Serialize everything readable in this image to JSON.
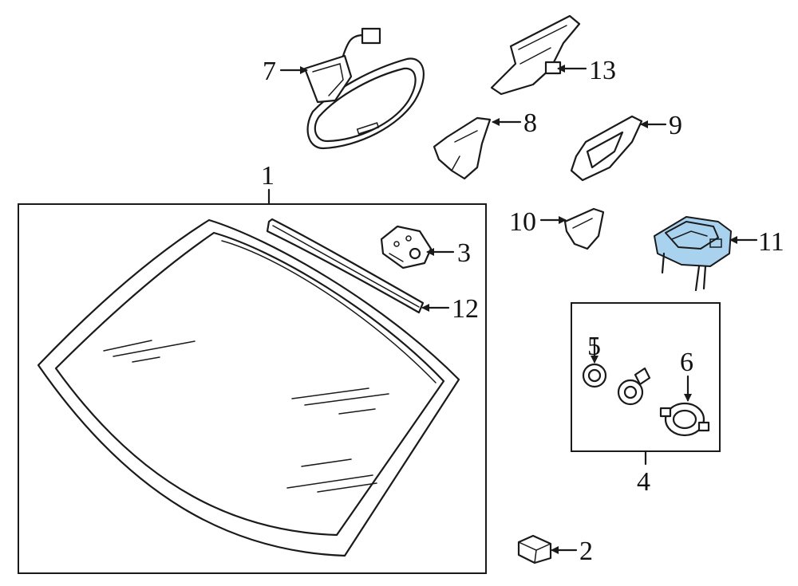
{
  "highlight_color": "#a9d2ef",
  "callouts": [
    {
      "id": "c1",
      "label": "1"
    },
    {
      "id": "c2",
      "label": "2"
    },
    {
      "id": "c3",
      "label": "3"
    },
    {
      "id": "c4",
      "label": "4"
    },
    {
      "id": "c5",
      "label": "5"
    },
    {
      "id": "c6",
      "label": "6"
    },
    {
      "id": "c7",
      "label": "7"
    },
    {
      "id": "c8",
      "label": "8"
    },
    {
      "id": "c9",
      "label": "9"
    },
    {
      "id": "c10",
      "label": "10"
    },
    {
      "id": "c11",
      "label": "11"
    },
    {
      "id": "c12",
      "label": "12"
    },
    {
      "id": "c13",
      "label": "13"
    }
  ]
}
